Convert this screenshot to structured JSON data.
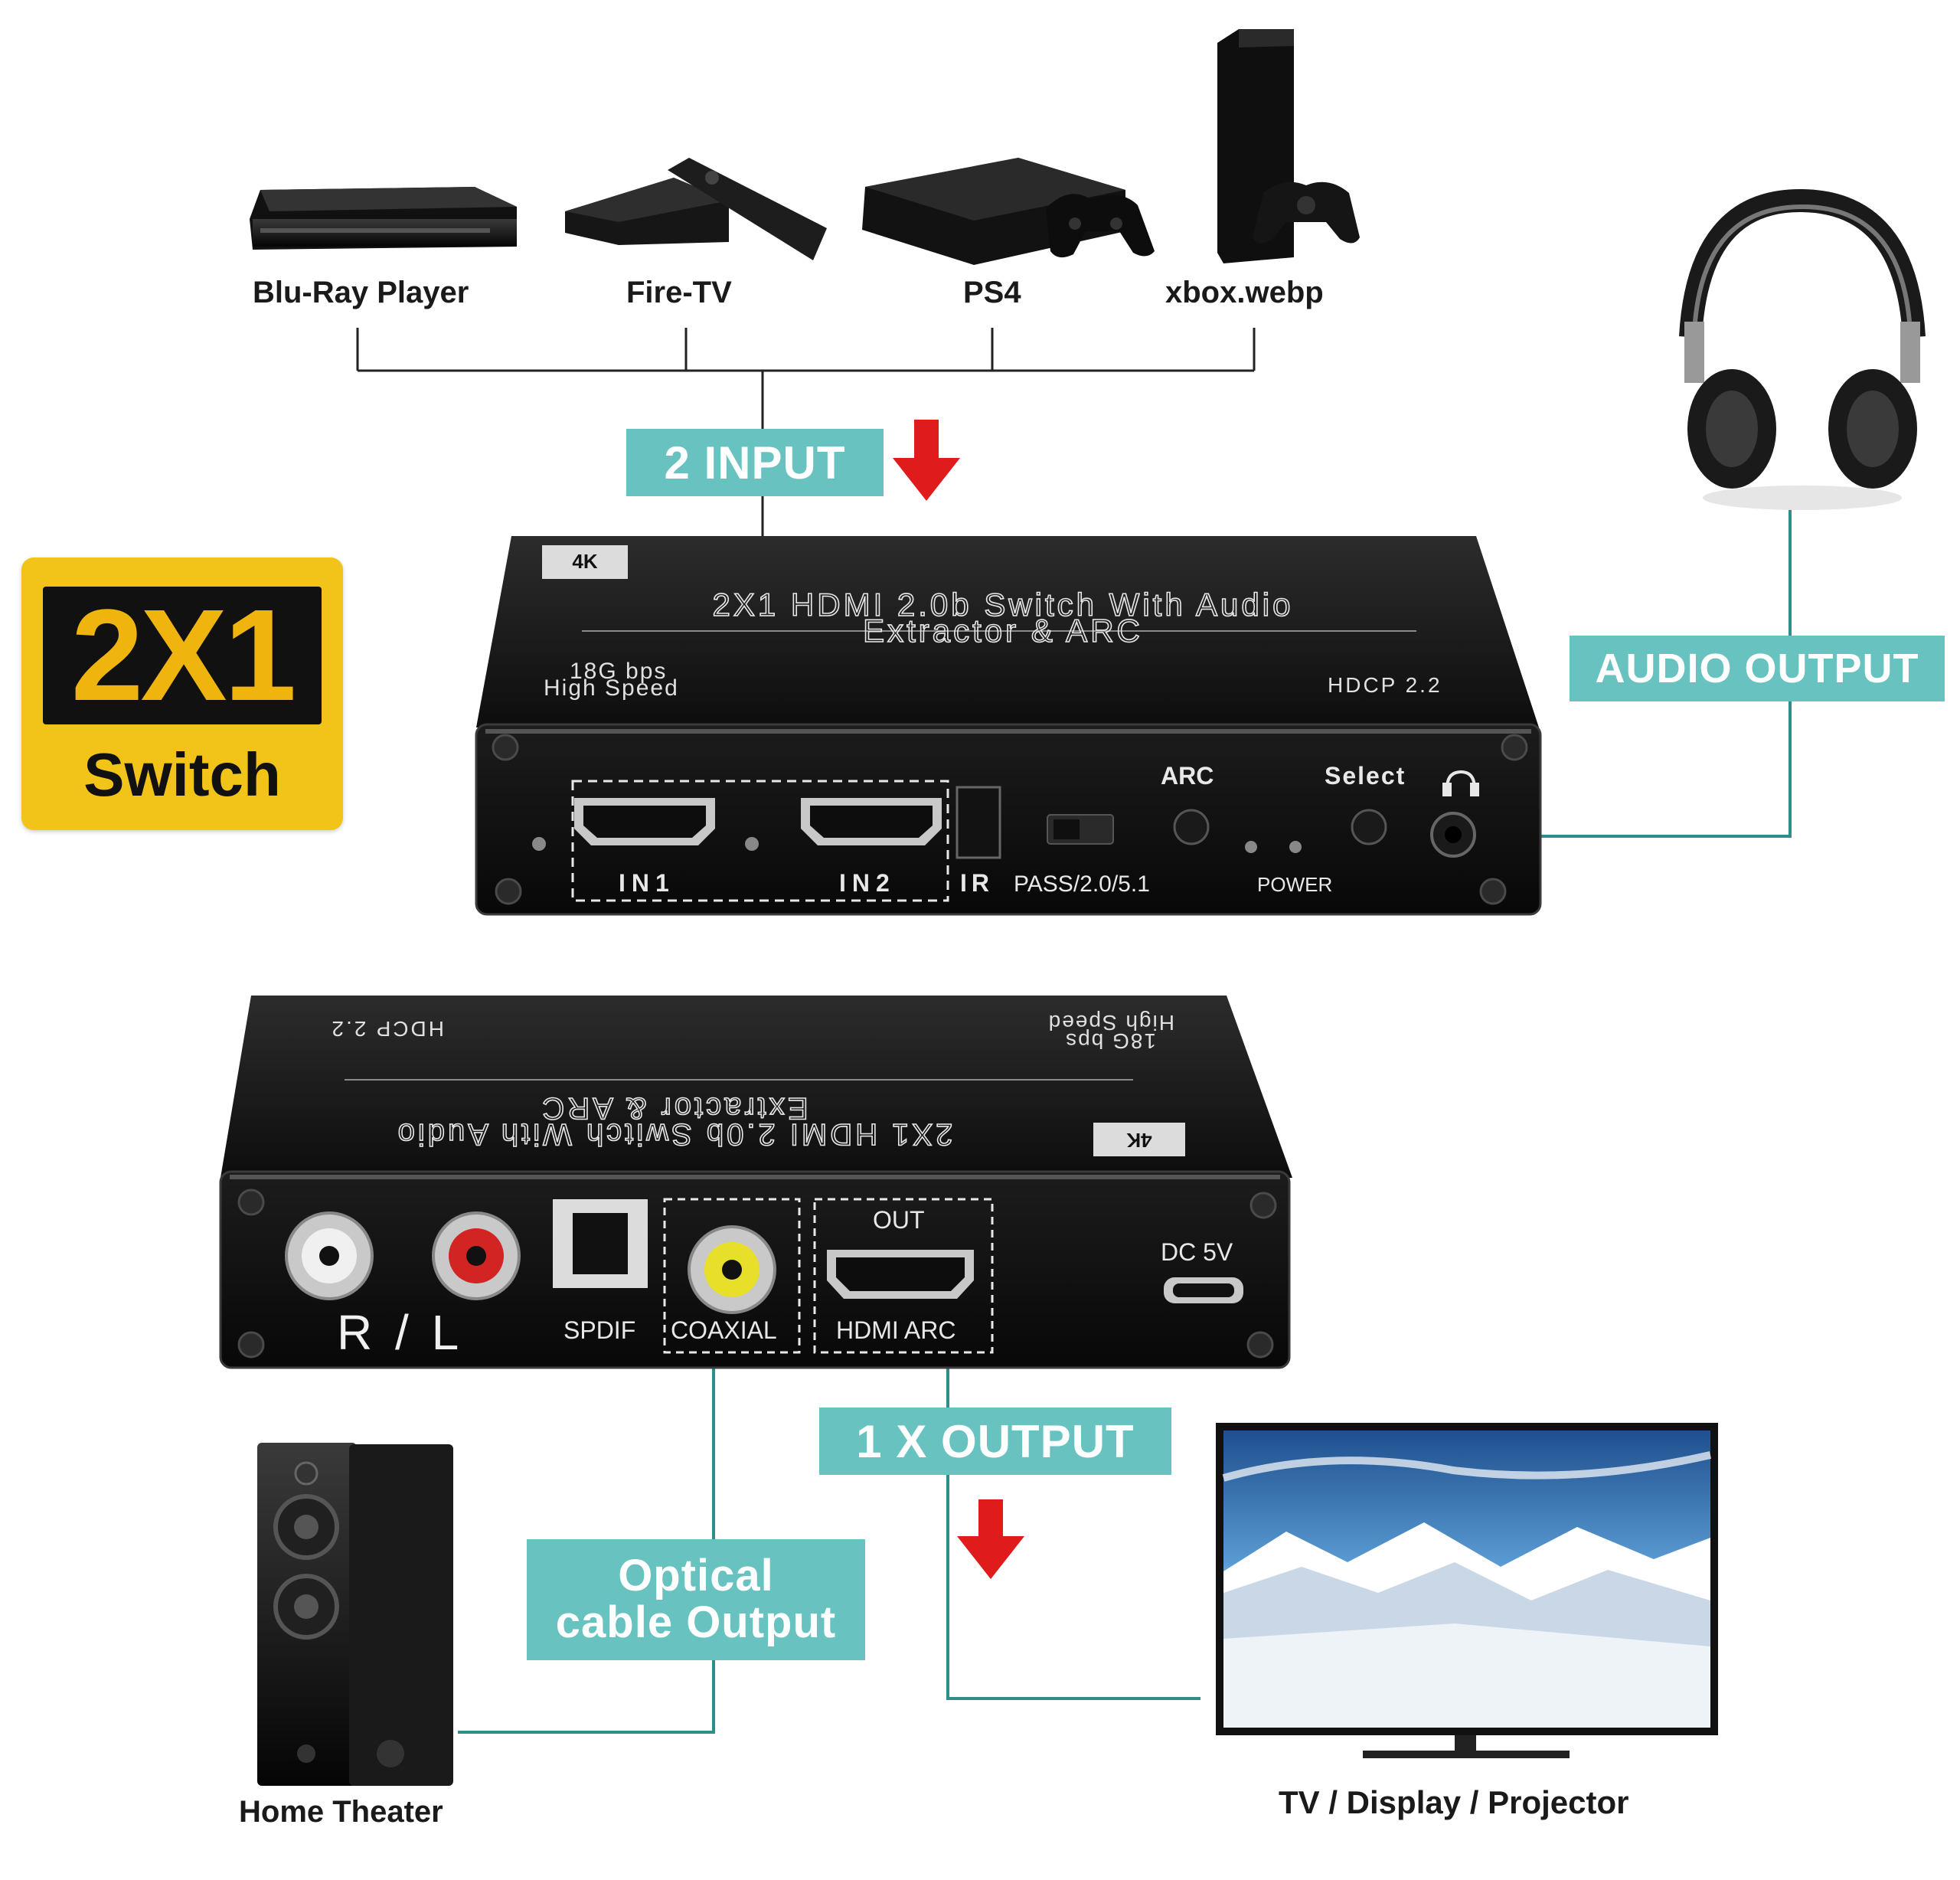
{
  "devices": {
    "bluray": "Blu-Ray Player",
    "firetv": "Fire-TV",
    "ps4": "PS4",
    "xbox": "xbox.webp",
    "home_theater": "Home Theater",
    "tv": "TV / Display / Projector"
  },
  "callouts": {
    "input": "2 INPUT",
    "audio_output": "AUDIO OUTPUT",
    "output": "1 X OUTPUT",
    "optical_line1": "Optical",
    "optical_line2": "cable Output"
  },
  "badge": {
    "big": "2X1",
    "small": "Switch"
  },
  "front_panel": {
    "title_line1": "2X1 HDMI 2.0b Switch With Audio",
    "title_line2": "Extractor & ARC",
    "speed_line1": "18G bps",
    "speed_line2": "High Speed",
    "hdcp": "HDCP 2.2",
    "in1": "IN1",
    "in2": "IN2",
    "ir": "IR",
    "pass": "PASS/2.0/5.1",
    "arc": "ARC",
    "select": "Select",
    "power": "POWER"
  },
  "rear_panel": {
    "title_line1": "2X1 HDMI 2.0b Switch With Audio",
    "title_line2": "Extractor & ARC",
    "speed_line1": "18G bps",
    "speed_line2": "High Speed",
    "hdcp": "HDCP 2.2",
    "rl": "R / L",
    "spdif": "SPDIF",
    "coaxial": "COAXIAL",
    "out": "OUT",
    "hdmi_arc": "HDMI ARC",
    "dc": "DC 5V"
  },
  "colors": {
    "teal": "#68c3c0",
    "arrow": "#e01b1b",
    "line": "#2e8f8a",
    "badge_gold": "#f2c318"
  }
}
